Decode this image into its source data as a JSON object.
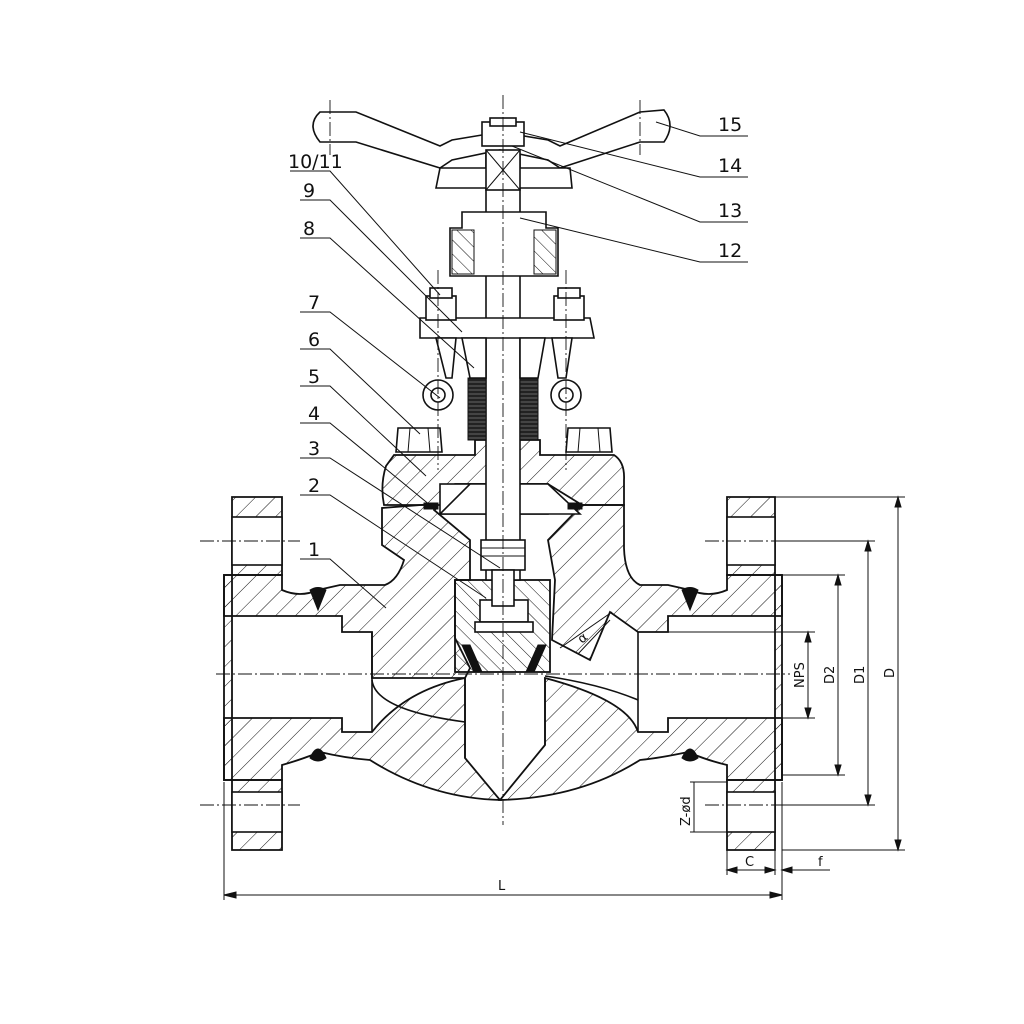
{
  "callouts": [
    {
      "id": "c1",
      "label": "1"
    },
    {
      "id": "c2",
      "label": "2"
    },
    {
      "id": "c3",
      "label": "3"
    },
    {
      "id": "c4",
      "label": "4"
    },
    {
      "id": "c5",
      "label": "5"
    },
    {
      "id": "c6",
      "label": "6"
    },
    {
      "id": "c7",
      "label": "7"
    },
    {
      "id": "c8",
      "label": "8"
    },
    {
      "id": "c9",
      "label": "9"
    },
    {
      "id": "c10",
      "label": "10/11"
    },
    {
      "id": "c12",
      "label": "12"
    },
    {
      "id": "c13",
      "label": "13"
    },
    {
      "id": "c14",
      "label": "14"
    },
    {
      "id": "c15",
      "label": "15"
    }
  ],
  "dimensions": {
    "L": "L",
    "C": "C",
    "f": "f",
    "NPS": "NPS",
    "D2": "D2",
    "D1": "D1",
    "D": "D",
    "bolt_holes": "Z-ød",
    "seat_angle": "α"
  }
}
